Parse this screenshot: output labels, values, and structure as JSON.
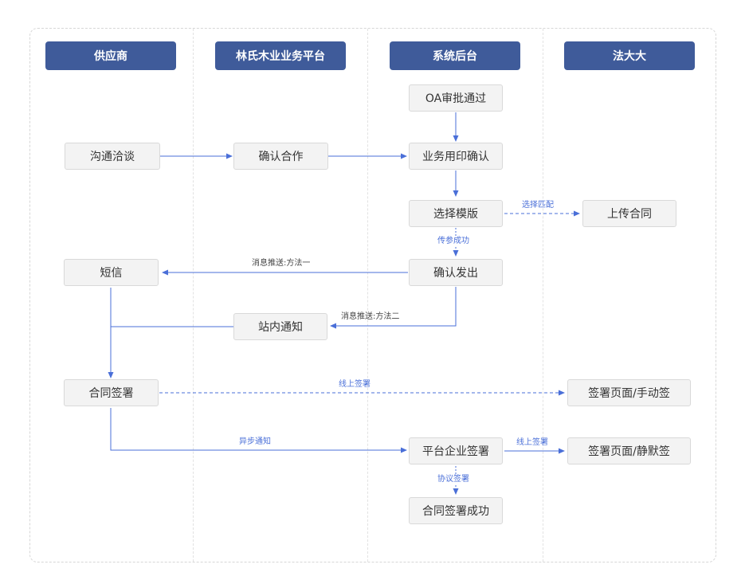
{
  "lanes": {
    "supplier": "供应商",
    "platform": "林氏木业业务平台",
    "backend": "系统后台",
    "fadada": "法大大"
  },
  "nodes": {
    "oa_approval": "OA审批通过",
    "negotiate": "沟通洽谈",
    "confirm_coop": "确认合作",
    "seal_confirm": "业务用印确认",
    "choose_template": "选择模版",
    "upload_contract": "上传合同",
    "confirm_send": "确认发出",
    "sms": "短信",
    "site_notice": "站内通知",
    "contract_sign": "合同签署",
    "sign_page_manual": "签署页面/手动签",
    "platform_sign": "平台企业签署",
    "sign_page_silent": "签署页面/静默签",
    "sign_success": "合同签署成功"
  },
  "edge_labels": {
    "select_match": "选择匹配",
    "param_success": "传参成功",
    "msg_push_1": "消息推送:方法一",
    "msg_push_2": "消息推送:方法二",
    "online_sign_1": "线上签署",
    "async_notice": "异步通知",
    "online_sign_2": "线上签署",
    "agreement_sign": "协议签署"
  },
  "colors": {
    "header_bg": "#3f5b9a",
    "arrow": "#4a6fd8",
    "node_bg": "#f3f3f3",
    "node_border": "#d9d9d9"
  }
}
